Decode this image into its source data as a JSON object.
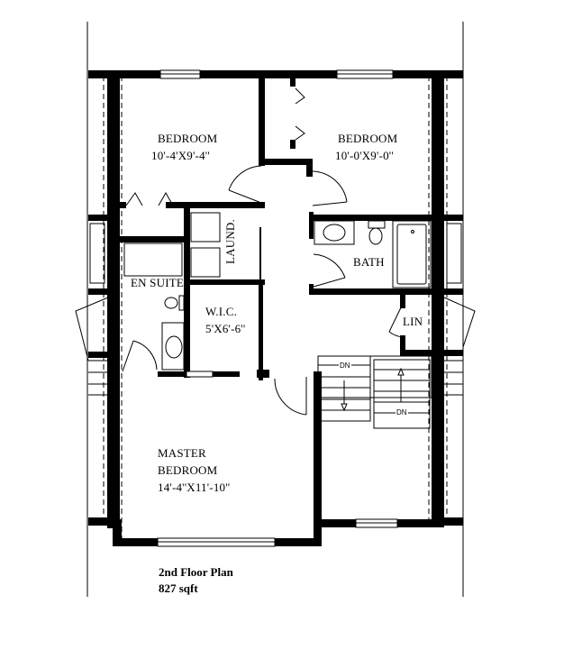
{
  "plan": {
    "title": "2nd Floor Plan",
    "area": "827 sqft",
    "colors": {
      "wall": "#000000",
      "background": "#ffffff",
      "line": "#000000"
    }
  },
  "rooms": {
    "bedroom_nw": {
      "name": "BEDROOM",
      "size": "10'-4'X9'-4''"
    },
    "bedroom_ne": {
      "name": "BEDROOM",
      "size": "10'-0'X9'-0''"
    },
    "laundry": {
      "name": "LAUND."
    },
    "ensuite": {
      "name": "EN SUITE"
    },
    "wic": {
      "name": "W.I.C.",
      "size": "5'X6'-6''"
    },
    "bath": {
      "name": "BATH"
    },
    "linen": {
      "name": "LIN"
    },
    "master": {
      "name_line1": "MASTER",
      "name_line2": "BEDROOM",
      "size": "14'-4''X11'-10''"
    }
  },
  "stairs": {
    "left_label": "DN",
    "right_label": "DN"
  }
}
